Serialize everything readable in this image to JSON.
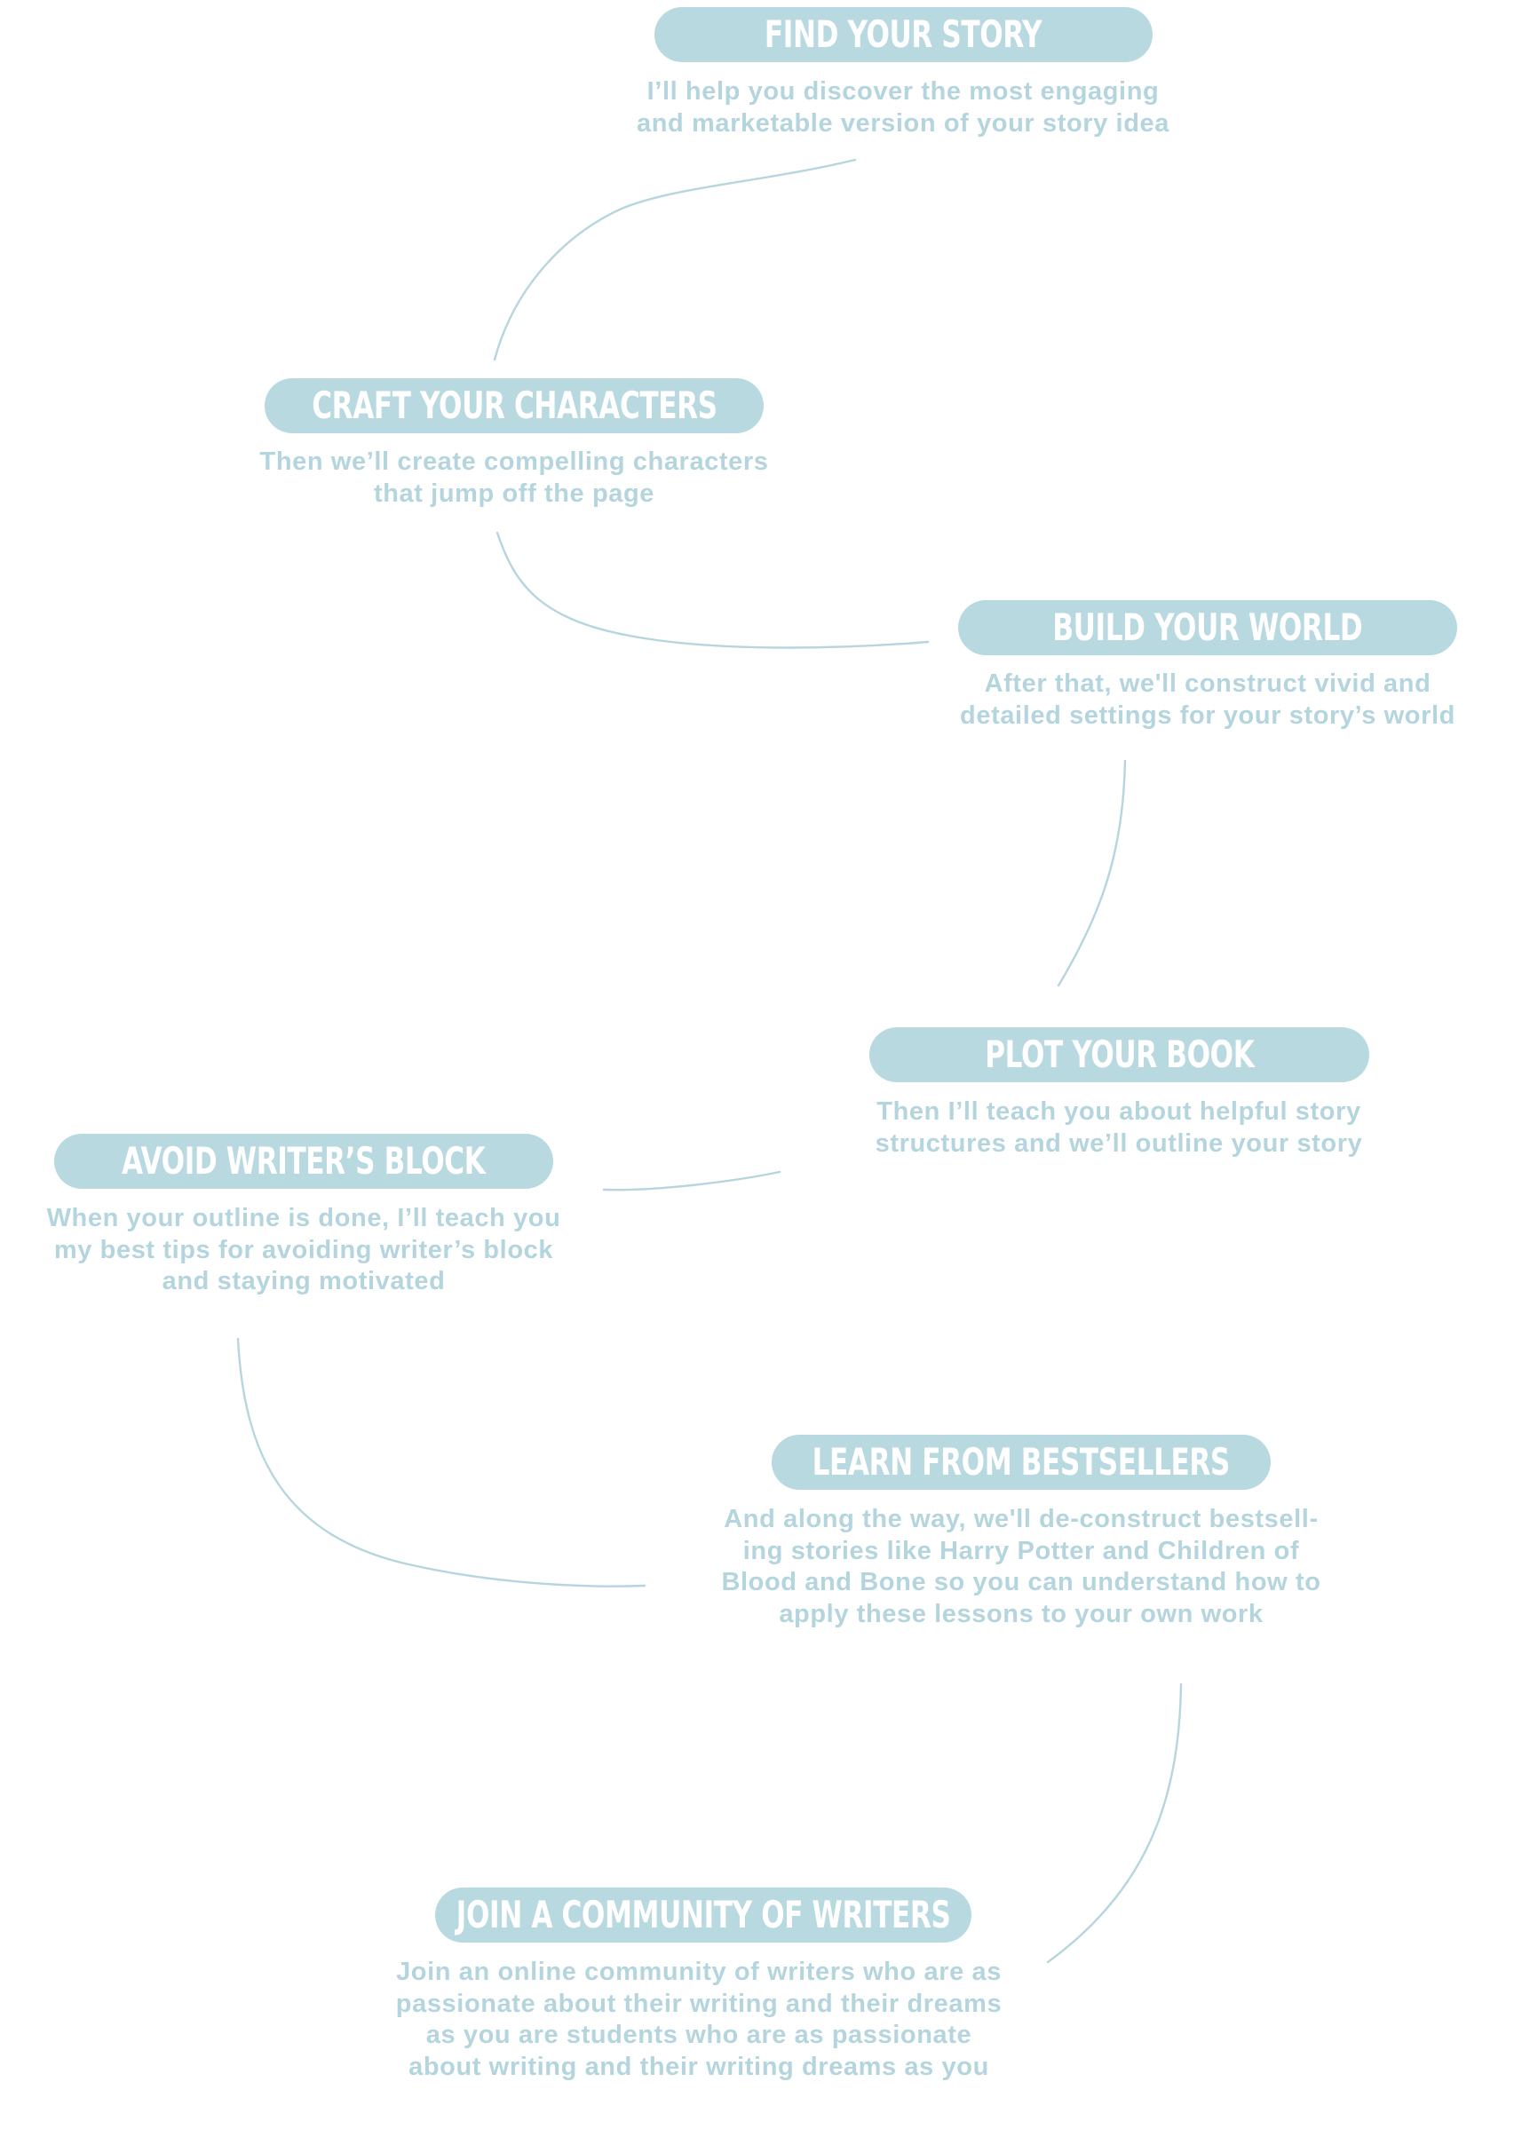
{
  "theme": {
    "pill_color": "#b9d9e1",
    "text_color": "#b4d5dd",
    "title_color": "#ffffff",
    "line_color": "#b6d5de",
    "background": "#ffffff"
  },
  "steps": [
    {
      "title": "FIND YOUR STORY",
      "lines": [
        "I’ll help you discover the most engaging",
        "and marketable version of your story idea"
      ]
    },
    {
      "title": "CRAFT YOUR CHARACTERS",
      "lines": [
        "Then we’ll create compelling characters",
        "that jump off the page"
      ]
    },
    {
      "title": "BUILD YOUR WORLD",
      "lines": [
        "After that, we'll construct vivid and",
        "detailed settings for your story’s world"
      ]
    },
    {
      "title": "PLOT YOUR BOOK",
      "lines": [
        "Then I’ll teach you about helpful story",
        "structures and we’ll outline your story"
      ]
    },
    {
      "title": "AVOID WRITER’S BLOCK",
      "lines": [
        "When your outline is done, I’ll teach you",
        "my best tips for avoiding writer’s block",
        "and staying motivated"
      ]
    },
    {
      "title": "LEARN FROM BESTSELLERS",
      "lines": [
        "And along the way, we'll de-construct bestsell-",
        "ing stories like Harry Potter and Children of",
        "Blood and Bone so you can understand how to",
        "apply these lessons to your own work"
      ]
    },
    {
      "title": "JOIN A COMMUNITY OF WRITERS",
      "lines": [
        "Join an online community of writers who are as",
        "passionate about their writing and their dreams",
        "as you are students who are as passionate",
        "about writing and their writing dreams as you"
      ]
    }
  ]
}
